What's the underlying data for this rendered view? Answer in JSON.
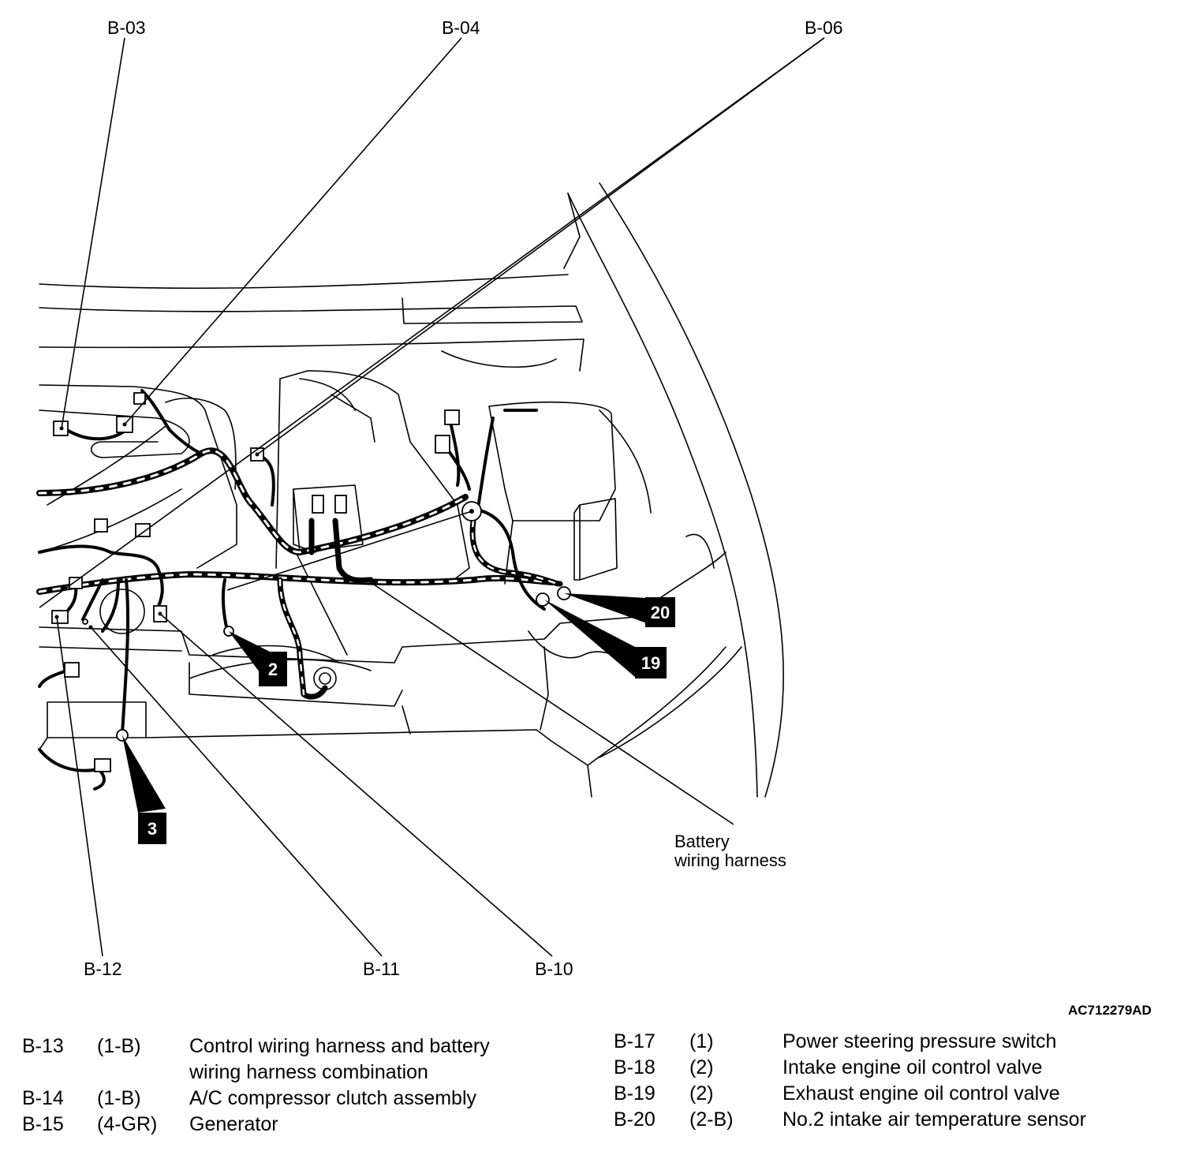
{
  "callouts": {
    "b03": "B-03",
    "b04": "B-04",
    "b06": "B-06",
    "b12": "B-12",
    "b11": "B-11",
    "b10": "B-10"
  },
  "badges": {
    "n2": "2",
    "n3": "3",
    "n19": "19",
    "n20": "20"
  },
  "annotation": {
    "line1": "Battery",
    "line2": "wiring harness"
  },
  "figure_code": "AC712279AD",
  "legend_left": [
    {
      "id": "B-13",
      "pins": "(1-B)",
      "name": "Control wiring harness and battery",
      "name2": "wiring harness combination"
    },
    {
      "id": "B-14",
      "pins": "(1-B)",
      "name": "A/C compressor clutch assembly"
    },
    {
      "id": "B-15",
      "pins": "(4-GR)",
      "name": "Generator"
    }
  ],
  "legend_right": [
    {
      "id": "B-17",
      "pins": "(1)",
      "name": "Power steering pressure switch"
    },
    {
      "id": "B-18",
      "pins": "(2)",
      "name": "Intake engine oil control valve"
    },
    {
      "id": "B-19",
      "pins": "(2)",
      "name": "Exhaust engine oil control valve"
    },
    {
      "id": "B-20",
      "pins": "(2-B)",
      "name": "No.2 intake air temperature sensor"
    }
  ]
}
